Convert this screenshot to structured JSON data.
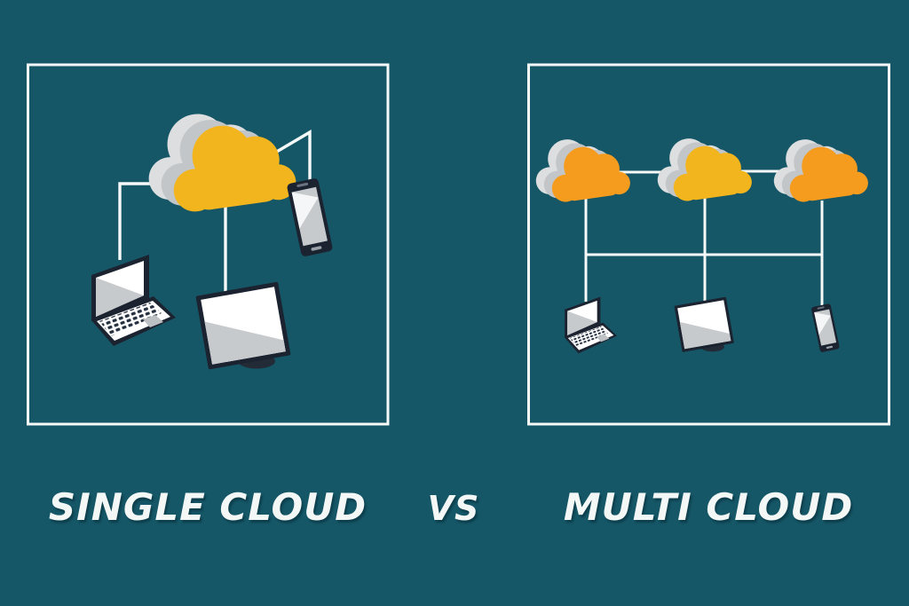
{
  "colors": {
    "background": "#155767",
    "cloud_yellow": "#F2B51D",
    "cloud_orange": "#F59C1E",
    "cloud_gray_back": "#DDDEDF",
    "cloud_gray_mid": "#C3C6C8",
    "line_white": "#F5F9F8",
    "device_dark": "#1C2330",
    "screen_gray": "#C7CACC",
    "text_white": "#F3F7F6"
  },
  "panels": [
    {
      "id": "single-cloud",
      "label": "SINGLE CLOUD",
      "clouds": [
        {
          "icon": "cloud-icon",
          "color": "#F2B51D"
        }
      ],
      "devices": [
        {
          "icon": "laptop-icon"
        },
        {
          "icon": "monitor-icon"
        },
        {
          "icon": "smartphone-icon"
        }
      ]
    },
    {
      "id": "multi-cloud",
      "label": "MULTI CLOUD",
      "clouds": [
        {
          "icon": "cloud-icon",
          "color": "#F59C1E"
        },
        {
          "icon": "cloud-icon",
          "color": "#F2B51D"
        },
        {
          "icon": "cloud-icon",
          "color": "#F59C1E"
        }
      ],
      "devices": [
        {
          "icon": "laptop-icon"
        },
        {
          "icon": "monitor-icon"
        },
        {
          "icon": "tablet-icon"
        }
      ]
    }
  ],
  "divider": {
    "label": "VS"
  }
}
